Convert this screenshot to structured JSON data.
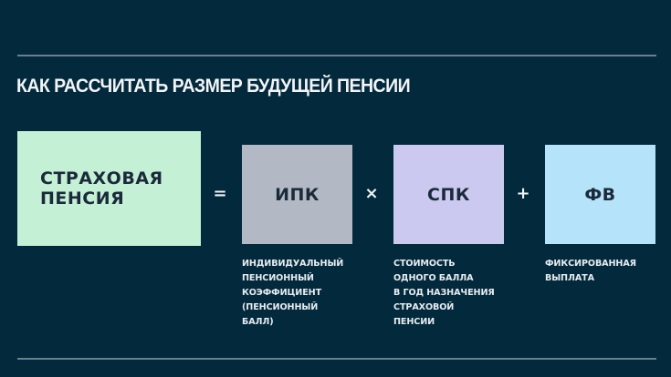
{
  "title": "КАК РАССЧИТАТЬ РАЗМЕР БУДУЩЕЙ ПЕНСИИ",
  "formula": {
    "result": {
      "label": "СТРАХОВАЯ\nПЕНСИЯ",
      "color": "#c4f0d6"
    },
    "operators": {
      "equals": "=",
      "times": "×",
      "plus": "+"
    },
    "terms": [
      {
        "label": "ИПК",
        "color": "#b2b9c4",
        "caption": [
          "ИНДИВИДУАЛЬНЫЙ",
          "ПЕНСИОННЫЙ",
          "КОЭФФИЦИЕНТ",
          "(ПЕНСИОННЫЙ",
          "БАЛЛ)"
        ]
      },
      {
        "label": "СПК",
        "color": "#cbc9ef",
        "caption": [
          "СТОИМОСТЬ",
          "ОДНОГО БАЛЛА",
          "В ГОД НАЗНАЧЕНИЯ",
          "СТРАХОВОЙ",
          "ПЕНСИИ"
        ]
      },
      {
        "label": "ФВ",
        "color": "#b5e4fa",
        "caption": [
          "ФИКСИРОВАННАЯ",
          "ВЫПЛАТА"
        ]
      }
    ]
  },
  "colors": {
    "background": "#02293c",
    "rule": "#6a8090",
    "text_light": "#f2f4f6",
    "text_dark": "#1b2a3a"
  }
}
